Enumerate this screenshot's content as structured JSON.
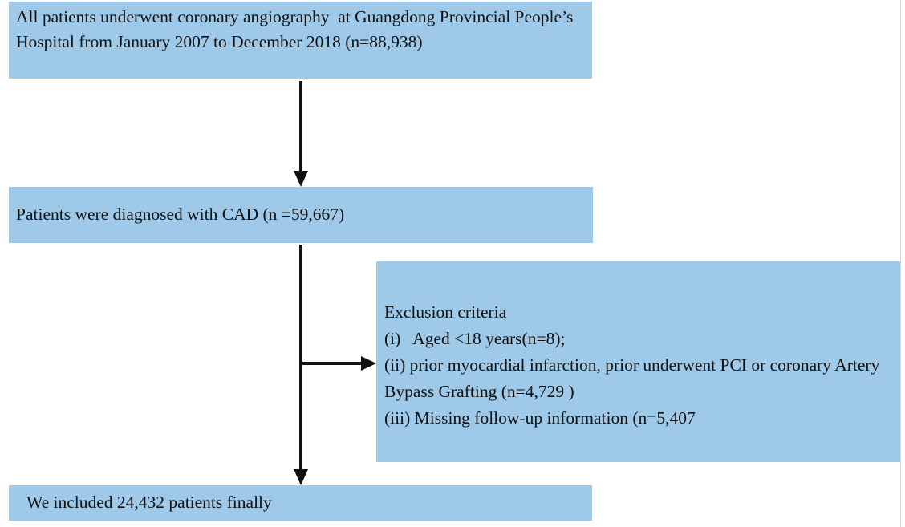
{
  "figure": {
    "type": "patient-selection-flowchart",
    "accent_color": "#9fc9e8",
    "text_color": "#111111",
    "background_color": "#ffffff"
  },
  "nodes": {
    "source": {
      "text": "All patients underwent coronary angiography  at Guangdong Provincial People’s Hospital from January 2007 to December 2018 (n=88,938)",
      "count": "88,938"
    },
    "cad": {
      "text": "Patients were diagnosed with CAD (n =59,667)",
      "count": "59,667"
    },
    "exclusion": {
      "heading": "Exclusion criteria",
      "items": [
        "(i)   Aged <18 years(n=8);",
        "(ii) prior myocardial infarction, prior underwent PCI or coronary Artery Bypass Grafting (n=4,729 )",
        "(iii) Missing follow-up information (n=5,407"
      ],
      "text": "Exclusion criteria\n(i)   Aged <18 years(n=8);\n(ii) prior myocardial infarction, prior underwent PCI or coronary Artery Bypass Grafting (n=4,729 )\n(iii) Missing follow-up information (n=5,407",
      "counts": [
        "8",
        "4,729",
        "5,407"
      ]
    },
    "final": {
      "text": "We included 24,432 patients finally",
      "count": "24,432"
    }
  },
  "connectors": [
    {
      "name": "source-to-cad",
      "direction": "down",
      "from": "source",
      "to": "cad"
    },
    {
      "name": "cad-to-final",
      "direction": "down",
      "from": "cad",
      "to": "final"
    },
    {
      "name": "cad-to-exclusion",
      "direction": "right",
      "from": "cad",
      "to": "exclusion"
    }
  ]
}
